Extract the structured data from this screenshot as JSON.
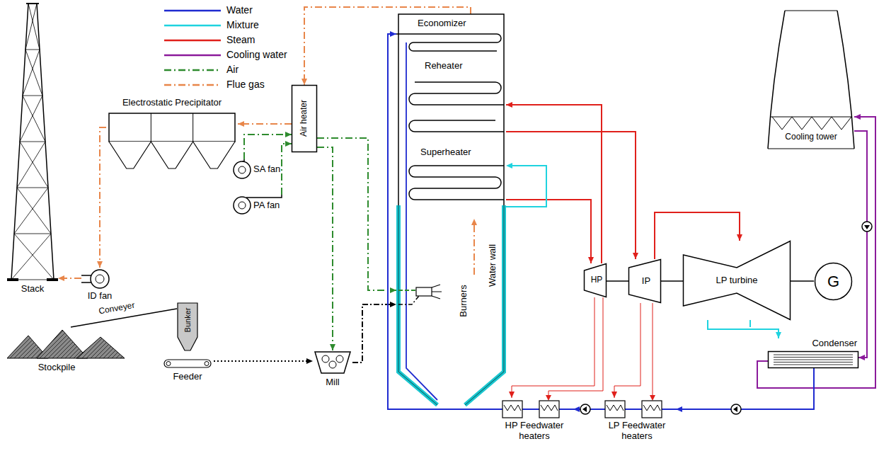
{
  "diagram": {
    "nodes": [
      {
        "text": [
          "Stack"
        ]
      },
      {
        "text": [
          "Electrostatic Precipitator"
        ]
      },
      {
        "text": [
          "Air heater"
        ]
      },
      {
        "text": [
          "SA fan"
        ]
      },
      {
        "text": [
          "PA fan"
        ]
      },
      {
        "text": [
          "ID fan"
        ]
      },
      {
        "text": [
          "Economizer",
          "Reheater",
          "Superheater",
          "Water wall",
          "Burners"
        ]
      },
      {
        "text": [
          "Cooling tower"
        ]
      },
      {
        "text": [
          "HP"
        ]
      },
      {
        "text": [
          "IP"
        ]
      },
      {
        "text": [
          "LP turbine"
        ]
      },
      {
        "text": [
          "G"
        ]
      },
      {
        "text": [
          "Condenser"
        ]
      },
      {
        "text": [
          "Stockpile"
        ]
      },
      {
        "text": [
          "Bunker"
        ]
      },
      {
        "text": [
          "Feeder"
        ]
      },
      {
        "text": [
          "Mill"
        ]
      },
      {
        "text": [
          "HP Feedwater heaters"
        ]
      },
      {
        "text": [
          "LP Feedwater heaters"
        ]
      }
    ],
    "edges": [
      {
        "from": 6,
        "to": 2,
        "arrow": "to"
      },
      {
        "from": 2,
        "to": 1,
        "arrow": "to"
      },
      {
        "from": 1,
        "to": 5,
        "arrow": "to"
      },
      {
        "from": 5,
        "to": 0,
        "arrow": "to"
      },
      {
        "from": 3,
        "to": 2,
        "arrow": "to"
      },
      {
        "from": 4,
        "to": 2,
        "arrow": "to"
      },
      {
        "from": 2,
        "to": 6,
        "arrow": "to"
      },
      {
        "from": 2,
        "to": 16,
        "arrow": "to"
      },
      {
        "from": 16,
        "to": 6,
        "arrow": "to"
      },
      {
        "from": 15,
        "to": 16,
        "arrow": "to"
      },
      {
        "from": 13,
        "to": 14,
        "label": "Conveyer",
        "arrow": "none"
      },
      {
        "from": 6,
        "to": 8,
        "arrow": "to"
      },
      {
        "from": 8,
        "to": 6,
        "arrow": "to"
      },
      {
        "from": 6,
        "to": 9,
        "arrow": "to"
      },
      {
        "from": 9,
        "to": 10,
        "arrow": "to"
      },
      {
        "from": 8,
        "to": 9,
        "arrow": "none"
      },
      {
        "from": 9,
        "to": 10,
        "arrow": "none"
      },
      {
        "from": 10,
        "to": 11,
        "arrow": "none"
      },
      {
        "from": 10,
        "to": 12,
        "arrow": "to"
      },
      {
        "from": 7,
        "to": 12,
        "arrow": "to"
      },
      {
        "from": 12,
        "to": 7,
        "arrow": "to"
      },
      {
        "from": 12,
        "to": 18,
        "arrow": "to"
      },
      {
        "from": 18,
        "to": 17,
        "arrow": "to"
      },
      {
        "from": 17,
        "to": 6,
        "arrow": "to"
      },
      {
        "from": 8,
        "to": 17,
        "arrow": "to"
      },
      {
        "from": 9,
        "to": 18,
        "arrow": "to"
      }
    ],
    "legend": [
      {
        "text": "Water"
      },
      {
        "text": "Mixture"
      },
      {
        "text": "Steam"
      },
      {
        "text": "Cooling water"
      },
      {
        "text": "Air"
      },
      {
        "text": "Flue gas"
      }
    ]
  }
}
